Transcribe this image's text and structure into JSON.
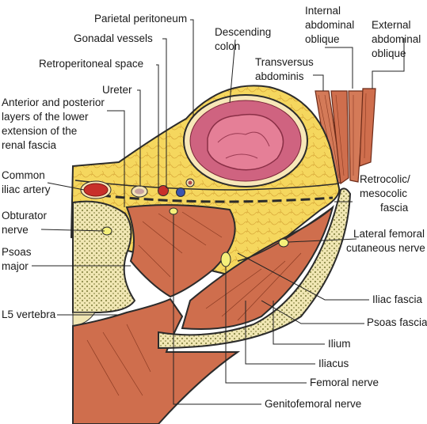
{
  "labels": {
    "parietal_peritoneum": "Parietal peritoneum",
    "gonadal_vessels": "Gonadal vessels",
    "retroperitoneal_space": "Retroperitoneal space",
    "ureter": "Ureter",
    "renal_fascia_1": "Anterior and posterior",
    "renal_fascia_2": "layers of the lower",
    "renal_fascia_3": "extension of the",
    "renal_fascia_4": "renal fascia",
    "common_iliac_1": "Common",
    "common_iliac_2": "iliac artery",
    "obturator_1": "Obturator",
    "obturator_2": "nerve",
    "psoas_1": "Psoas",
    "psoas_2": "major",
    "l5": "L5 vertebra",
    "descending_1": "Descending",
    "descending_2": "colon",
    "internal_1": "Internal",
    "internal_2": "abdominal",
    "internal_3": "oblique",
    "external_1": "External",
    "external_2": "abdominal",
    "external_3": "oblique",
    "transversus_1": "Transversus",
    "transversus_2": "abdominis",
    "retrocolic_1": "Retrocolic/",
    "retrocolic_2": "mesocolic",
    "retrocolic_3": "fascia",
    "lat_fem_1": "Lateral femoral",
    "lat_fem_2": "cutaneous nerve",
    "iliac_fascia": "Iliac fascia",
    "psoas_fascia": "Psoas fascia",
    "ilium": "Ilium",
    "iliacus": "Iliacus",
    "femoral_nerve": "Femoral  nerve",
    "genitofemoral": "Genitofemoral nerve"
  },
  "colors": {
    "fat": "#f3d25a",
    "muscle": "#cf6e4d",
    "bone": "#f1e7b4",
    "colon": "#d0607a",
    "nerve": "#f5f07a",
    "artery": "#c8302a",
    "vein": "#3a55b0"
  }
}
